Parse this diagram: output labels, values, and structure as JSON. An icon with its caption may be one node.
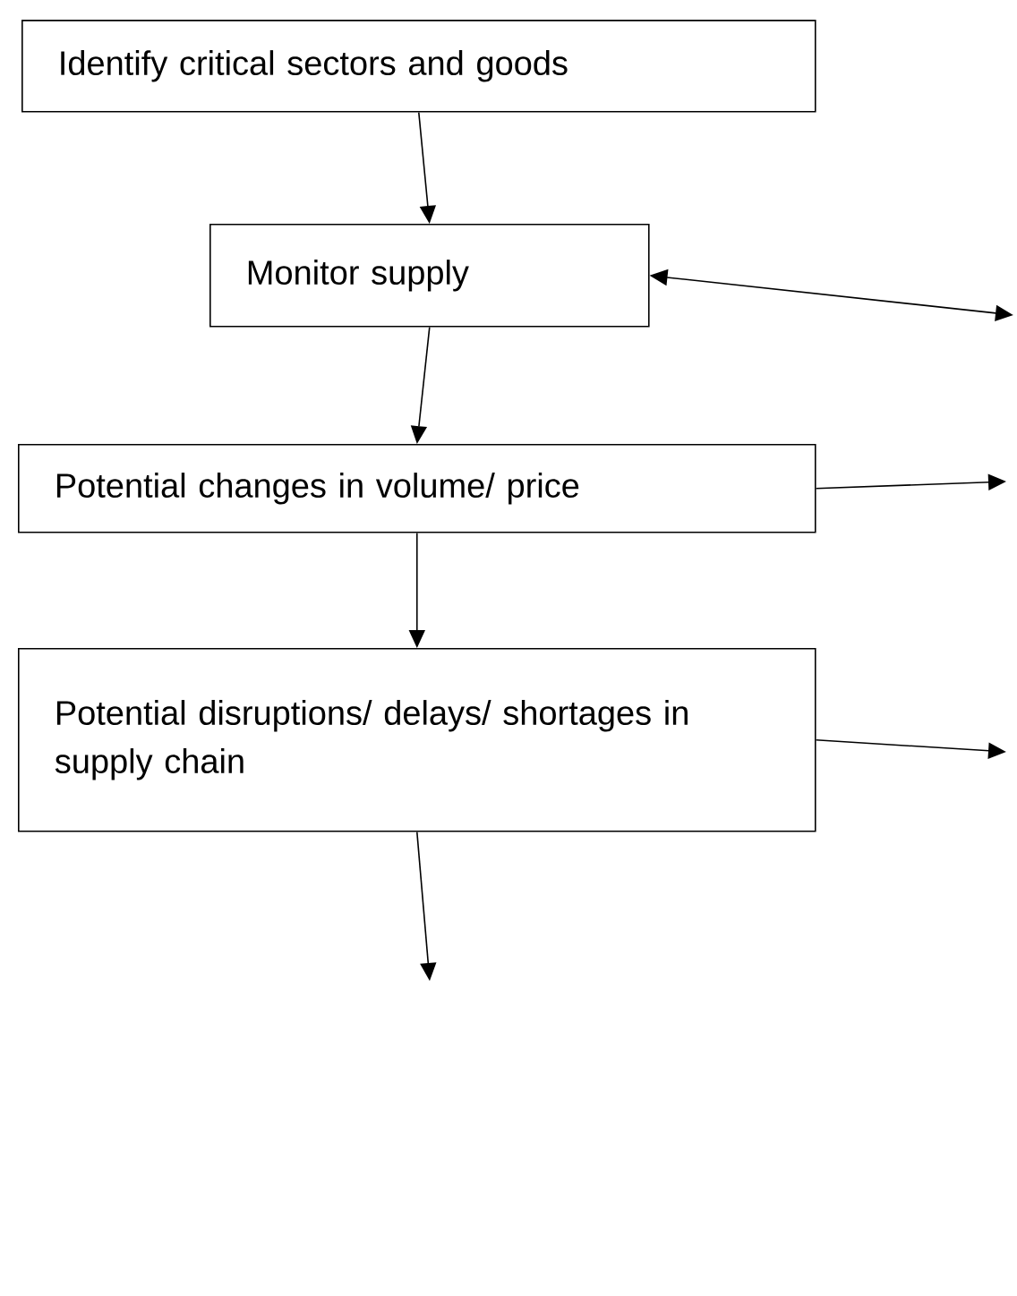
{
  "diagram": {
    "nodes": [
      {
        "text": [
          "Identify critical sectors and goods"
        ]
      },
      {
        "text": [
          "Monitor supply"
        ]
      },
      {
        "text": [
          "Potential changes in volume/ price"
        ]
      },
      {
        "text": [
          "Potential disruptions/ delays/ shortages in supply chain"
        ]
      }
    ],
    "edges": [
      {
        "from": 0,
        "to": 1,
        "arrow": "to"
      },
      {
        "from": 1,
        "to": 2,
        "arrow": "to"
      },
      {
        "from": 2,
        "to": 3,
        "arrow": "to"
      },
      {
        "from": 3,
        "to": null,
        "arrow": "to"
      },
      {
        "from": 1,
        "to": null,
        "arrow": "both"
      },
      {
        "from": 2,
        "to": null,
        "arrow": "to"
      },
      {
        "from": 3,
        "to": null,
        "arrow": "to"
      }
    ]
  }
}
